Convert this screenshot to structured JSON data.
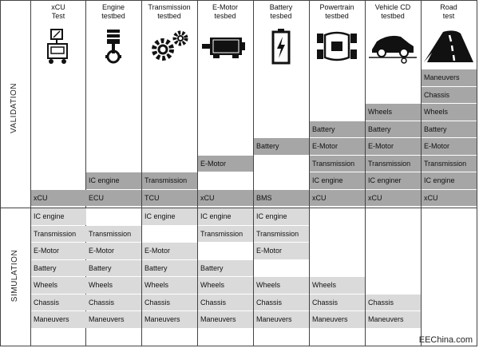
{
  "row_labels": {
    "validation": "VALIDATION",
    "simulation": "SIMULATION"
  },
  "columns": [
    {
      "title": [
        "xCU",
        "Test"
      ],
      "icon": "xcu-test-rig-icon"
    },
    {
      "title": [
        "Engine",
        "testbed"
      ],
      "icon": "engine-piston-icon"
    },
    {
      "title": [
        "Transmission",
        "testbed"
      ],
      "icon": "gears-icon"
    },
    {
      "title": [
        "E-Motor",
        "tesbed"
      ],
      "icon": "electric-motor-icon"
    },
    {
      "title": [
        "Battery",
        "tesbed"
      ],
      "icon": "battery-lightning-icon"
    },
    {
      "title": [
        "Powertrain",
        "testbed"
      ],
      "icon": "powertrain-chassis-icon"
    },
    {
      "title": [
        "Vehicle CD",
        "testbed"
      ],
      "icon": "car-on-dyno-icon"
    },
    {
      "title": [
        "Road",
        "test"
      ],
      "icon": "road-icon"
    }
  ],
  "validation": [
    [
      "xCU"
    ],
    [
      "ECU",
      "IC engine"
    ],
    [
      "TCU",
      "Transmission"
    ],
    [
      "xCU",
      "",
      "E-Motor"
    ],
    [
      "BMS",
      "",
      "",
      "Battery"
    ],
    [
      "xCU",
      "IC engine",
      "Transmission",
      "E-Motor",
      "Battery"
    ],
    [
      "xCU",
      "IC enginer",
      "Transmission",
      "E-Motor",
      "Battery",
      "Wheels"
    ],
    [
      "xCU",
      "IC engine",
      "Transmission",
      "E-Motor",
      "Battery",
      "Wheels",
      "Chassis",
      "Maneuvers"
    ]
  ],
  "simulation": [
    [
      "IC engine",
      "Transmission",
      "E-Motor",
      "Battery",
      "Wheels",
      "Chassis",
      "Maneuvers"
    ],
    [
      "",
      "Transmission",
      "E-Motor",
      "Battery",
      "Wheels",
      "Chassis",
      "Maneuvers"
    ],
    [
      "IC engine",
      "",
      "E-Motor",
      "Battery",
      "Wheels",
      "Chassis",
      "Maneuvers"
    ],
    [
      "IC engine",
      "Transmission",
      "",
      "Battery",
      "Wheels",
      "Chassis",
      "Maneuvers"
    ],
    [
      "IC engine",
      "Transmission",
      "E-Motor",
      "",
      "Wheels",
      "Chassis",
      "Maneuvers"
    ],
    [
      "",
      "",
      "",
      "",
      "Wheels",
      "Chassis",
      "Maneuvers"
    ],
    [
      "",
      "",
      "",
      "",
      "",
      "Chassis",
      "Maneuvers"
    ],
    []
  ],
  "watermark": "EEChina.com",
  "colors": {
    "validation_fill": "#a6a6a6",
    "simulation_fill": "#dadada",
    "grid": "#444444"
  }
}
